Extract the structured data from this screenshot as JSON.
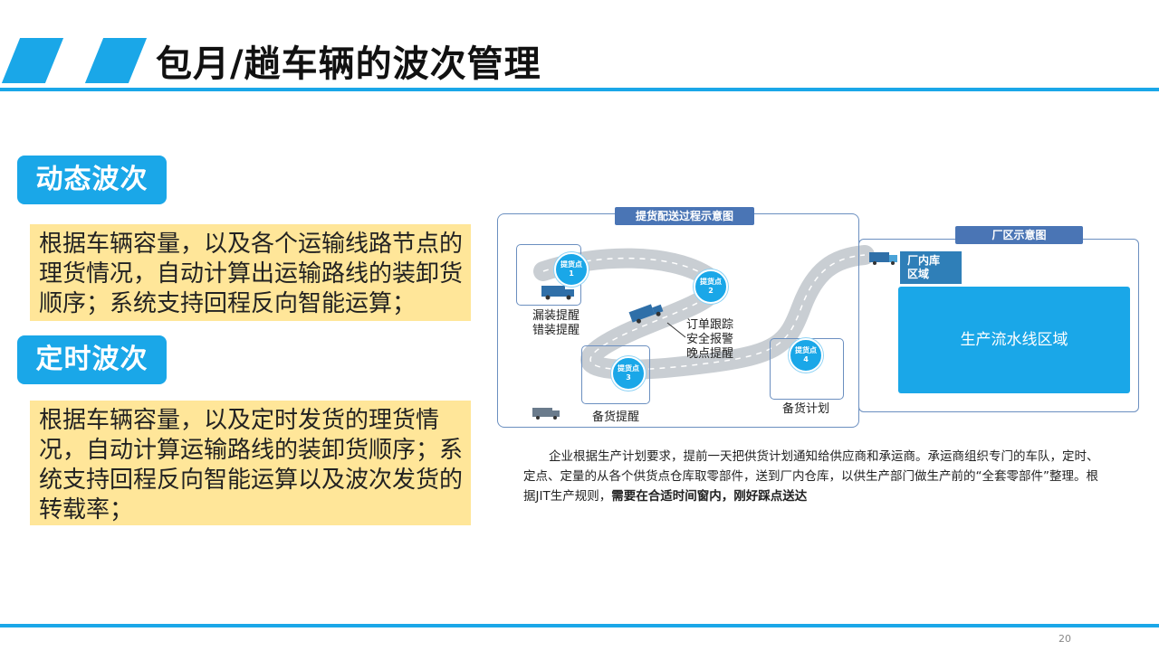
{
  "header": {
    "title": "包月/趟车辆的波次管理"
  },
  "sections": [
    {
      "tag": "动态波次",
      "text": "根据车辆容量，以及各个运输线路节点的理货情况，自动计算出运输路线的装卸货顺序；系统支持回程反向智能运算；"
    },
    {
      "tag": "定时波次",
      "text": "根据车辆容量，以及定时发货的理货情况，自动计算运输路线的装卸货顺序；系统支持回程反向智能运算以及波次发货的转载率；"
    }
  ],
  "diagram": {
    "delivery_title": "提货配送过程示意图",
    "factory_title": "厂区示意图",
    "pickups": [
      {
        "label": "提货点",
        "num": "1"
      },
      {
        "label": "提货点",
        "num": "2"
      },
      {
        "label": "提货点",
        "num": "3"
      },
      {
        "label": "提货点",
        "num": "4"
      }
    ],
    "callouts": {
      "p1": [
        "漏装提醒",
        "错装提醒"
      ],
      "truck": [
        "订单跟踪",
        "安全报警",
        "晚点提醒"
      ],
      "p3": "备货提醒",
      "p4": "备货计划"
    },
    "inner_store": [
      "厂内库",
      "区域"
    ],
    "production_zone": "生产流水线区域"
  },
  "description": {
    "normal": "企业根据生产计划要求，提前一天把供货计划通知给供应商和承运商。承运商组织专门的车队，定时、定点、定量的从各个供货点仓库取零部件，送到厂内仓库，以供生产部门做生产前的“全套零部件”整理。根据JIT生产规则，",
    "bold": "需要在合适时间窗内，刚好踩点送达"
  },
  "page_number": "20",
  "colors": {
    "accent": "#1aa7e8",
    "highlight": "#ffe699",
    "frame": "#4a75b5"
  }
}
